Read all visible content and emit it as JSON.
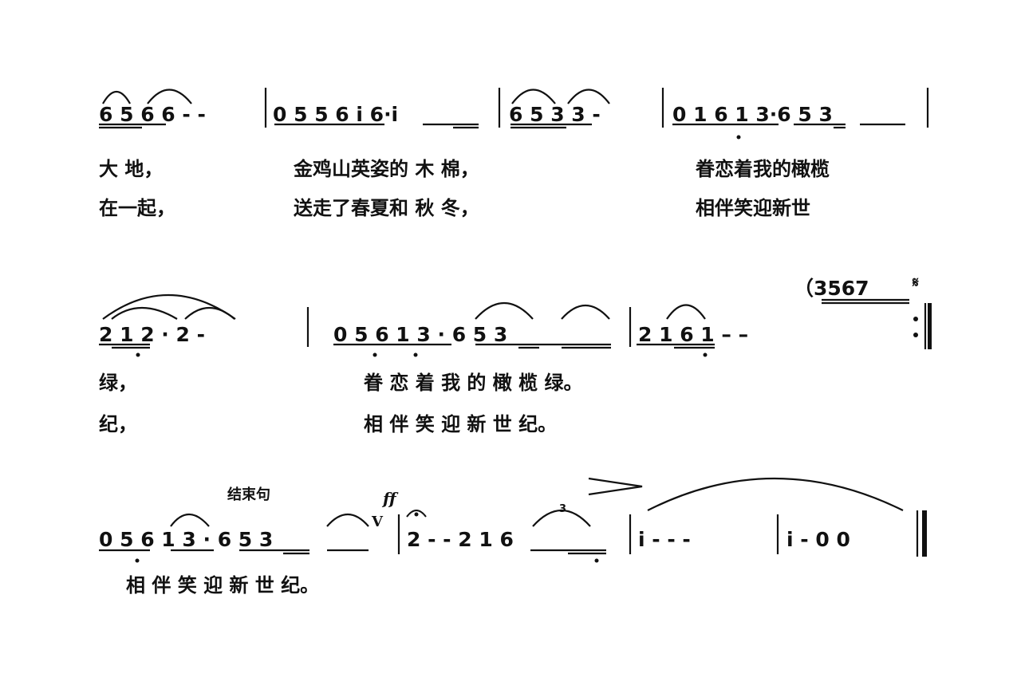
{
  "score": {
    "line1": {
      "measures": [
        [
          "6",
          "5",
          "6",
          "6",
          "-",
          "-"
        ],
        [
          "0",
          "5",
          "5",
          "6",
          "i",
          "6·i"
        ],
        [
          "6",
          "5",
          "3",
          "3",
          "-"
        ],
        [
          "0",
          "1",
          "6",
          "1",
          "3·6",
          "5",
          "3"
        ]
      ],
      "lyrics_verse1": [
        "大",
        "地，",
        "金",
        "鸡",
        "山",
        "英",
        "姿",
        "的",
        "木",
        "棉，",
        "眷",
        "恋",
        "着",
        "我",
        "的",
        "橄",
        "榄"
      ],
      "lyrics_verse2": [
        "在",
        "一",
        "起，",
        "送",
        "走",
        "了",
        "春",
        "夏",
        "和",
        "秋",
        "冬，",
        "相",
        "伴",
        "笑",
        "迎",
        "新",
        "世"
      ]
    },
    "line2": {
      "prelude": "（3567",
      "segno": "𝄋",
      "measures": [
        [
          "2",
          "1",
          "2",
          "·",
          "2",
          "-"
        ],
        [
          "0",
          "5",
          "6",
          "1",
          "3",
          "·",
          "6",
          "5",
          "3"
        ],
        [
          "2",
          "1",
          "6",
          "1",
          "–",
          "–"
        ]
      ],
      "lyrics_verse1": [
        "绿，",
        "眷",
        "恋",
        "着",
        "我",
        "的",
        "橄",
        "榄",
        "绿。"
      ],
      "lyrics_verse2": [
        "纪，",
        "相",
        "伴",
        "笑",
        "迎",
        "新",
        "世",
        "纪。"
      ]
    },
    "line3": {
      "annotation": "结束句",
      "dynamic": "ff",
      "breath": "V",
      "triplet": "3",
      "measures": [
        [
          "0",
          "5",
          "6",
          "1",
          "3",
          "·",
          "6",
          "5",
          "3"
        ],
        [
          "2",
          "-",
          "-",
          "2",
          "1",
          "6"
        ],
        [
          "i",
          "-",
          "-",
          "-"
        ],
        [
          "i",
          "-",
          "0",
          "0"
        ]
      ],
      "lyrics": [
        "相",
        "伴",
        "笑",
        "迎",
        "新",
        "世",
        "纪。"
      ]
    }
  }
}
